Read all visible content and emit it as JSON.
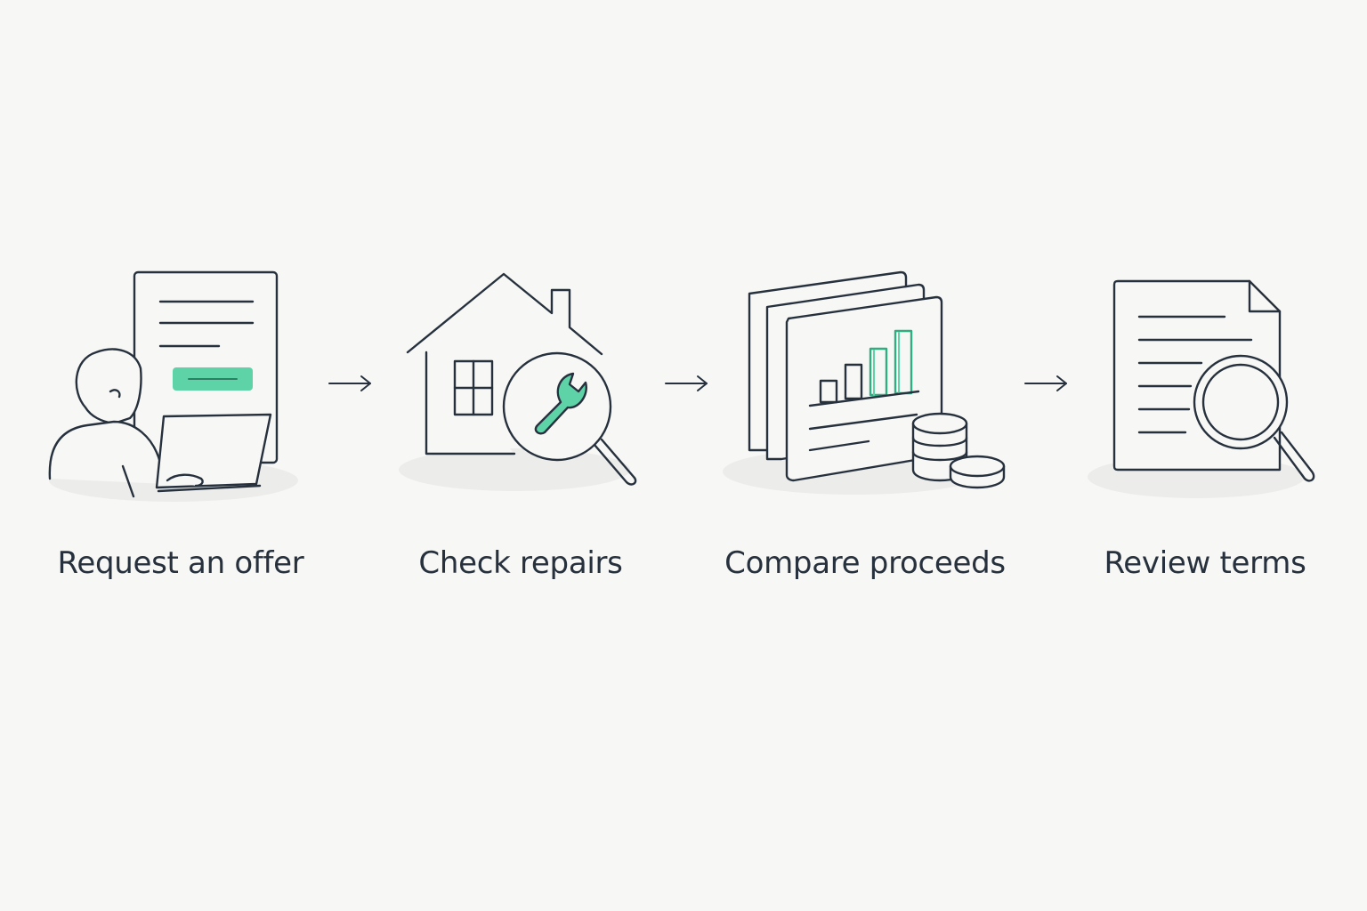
{
  "steps": [
    {
      "label": "Request an offer",
      "icon": "person-laptop-form-icon"
    },
    {
      "label": "Check repairs",
      "icon": "house-wrench-magnifier-icon"
    },
    {
      "label": "Compare proceeds",
      "icon": "chart-stack-coins-icon"
    },
    {
      "label": "Review terms",
      "icon": "document-magnifier-icon"
    }
  ],
  "connector_icon": "arrow-right-icon",
  "colors": {
    "background": "#f7f7f5",
    "stroke": "#26313d",
    "accent": "#5fd3a8",
    "accent_dark": "#2fae84",
    "shadow": "#ececea"
  }
}
